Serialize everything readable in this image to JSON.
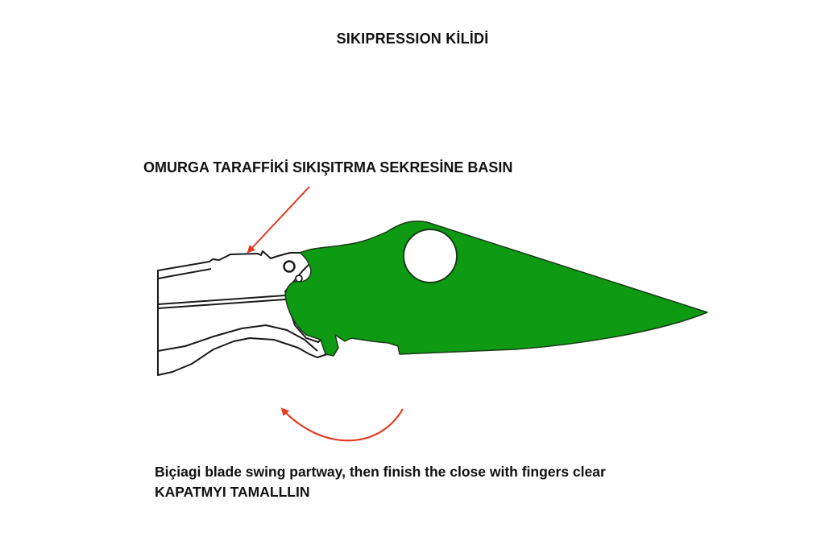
{
  "title": "SIKIPRESSION KİLİDİ",
  "step1": {
    "instruction": "OMURGA TARAFFİKİ SIKIŞITRMA SEKRESİNE BASIN"
  },
  "step2": {
    "instruction_line1": "Biçiagi blade swing partway, then finish the close with fingers clear",
    "instruction_line2": "KAPATMYI TAMALLLIN"
  },
  "illustration": {
    "subject": "folding knife with compression lock",
    "blade_color": "#0e9a12",
    "outline_color": "#1a1a1a",
    "arrow_color": "#e23b22",
    "arrows": [
      {
        "name": "press-arrow",
        "points_to": "compression lock on spine"
      },
      {
        "name": "close-arrow",
        "direction": "counter-clockwise, blade closing"
      }
    ]
  }
}
